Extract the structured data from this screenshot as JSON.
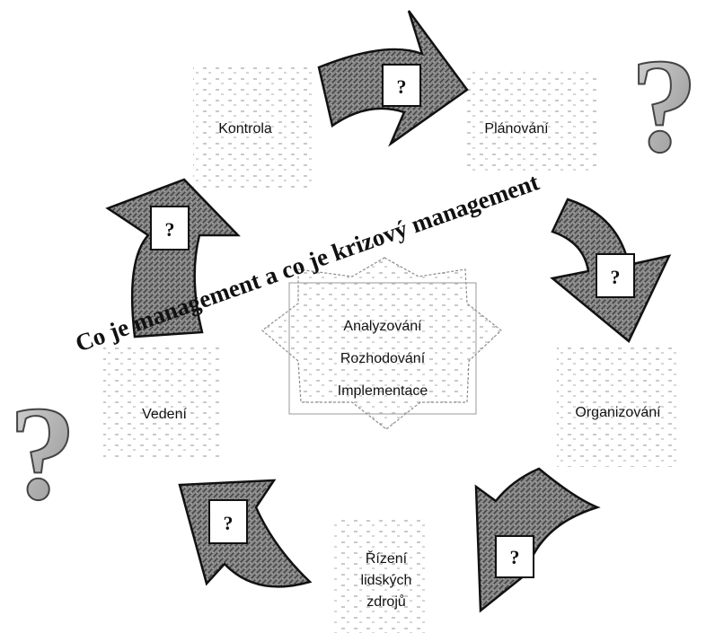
{
  "title": "Co je management a co je krizový management",
  "nodes": {
    "kontrola": "Kontrola",
    "planovani": "Plánování",
    "organizovani": "Organizování",
    "rizeni": [
      "Řízení",
      "lidských",
      "zdrojů"
    ],
    "vedeni": "Vedení",
    "center": [
      "Analyzování",
      "Rozhodování",
      "Implementace"
    ]
  },
  "arrow_marker": "?",
  "big_question_mark": "?",
  "icons": [
    "question-mark-icon",
    "curved-arrow-icon"
  ],
  "colors": {
    "arrow_fill": "#6f6f6f",
    "arrow_stroke": "#111111",
    "text": "#111111"
  }
}
